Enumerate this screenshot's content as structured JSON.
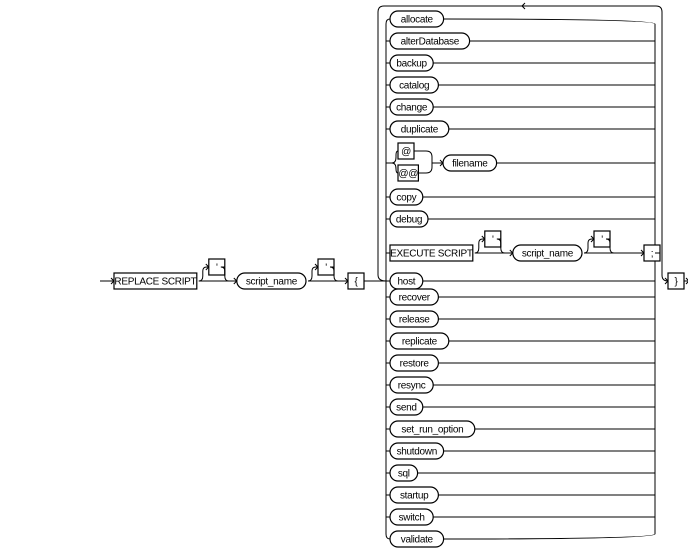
{
  "diagram": {
    "main": {
      "keyword": "REPLACE SCRIPT",
      "quote_open": "'",
      "script_name": "script_name",
      "quote_close": "'",
      "brace_open": "{",
      "brace_close": "}"
    },
    "commands": [
      {
        "label": "allocate"
      },
      {
        "label": "alterDatabase"
      },
      {
        "label": "backup"
      },
      {
        "label": "catalog"
      },
      {
        "label": "change"
      },
      {
        "label": "duplicate"
      },
      {
        "label": "@",
        "alt": "@@",
        "target": "filename",
        "kind": "at"
      },
      {
        "label": "copy"
      },
      {
        "label": "debug"
      },
      {
        "label": "EXECUTE SCRIPT",
        "kind": "execute",
        "quote_open": "'",
        "script_name": "script_name",
        "quote_close": "'",
        "terminator": ";"
      },
      {
        "label": "host"
      },
      {
        "label": "recover"
      },
      {
        "label": "release"
      },
      {
        "label": "replicate"
      },
      {
        "label": "restore"
      },
      {
        "label": "resync"
      },
      {
        "label": "send"
      },
      {
        "label": "set_run_option"
      },
      {
        "label": "shutdown"
      },
      {
        "label": "sql"
      },
      {
        "label": "startup"
      },
      {
        "label": "switch"
      },
      {
        "label": "validate"
      }
    ]
  }
}
